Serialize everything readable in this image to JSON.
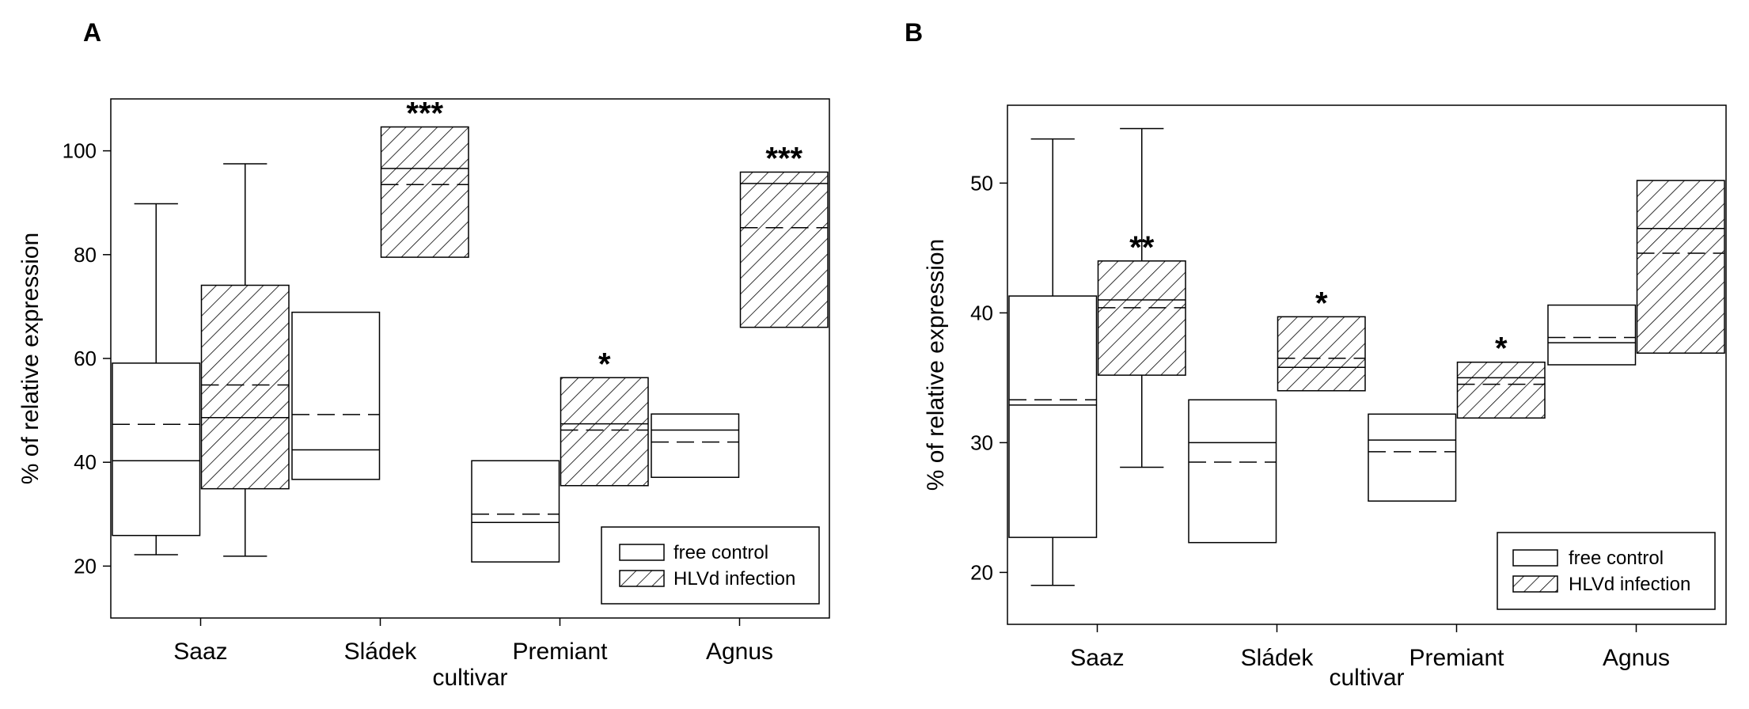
{
  "chart_data": [
    {
      "panel": "A",
      "type": "box",
      "xlabel": "cultivar",
      "ylabel": "% of relative expression",
      "ylim": [
        10,
        110
      ],
      "yticks": [
        20,
        40,
        60,
        80,
        100
      ],
      "categories": [
        "Saaz",
        "Sládek",
        "Premiant",
        "Agnus"
      ],
      "legend": {
        "position": "bottom-right",
        "entries": [
          "free control",
          "HLVd infection"
        ]
      },
      "series": [
        {
          "name": "free control",
          "pattern": "none",
          "boxes": [
            {
              "category": "Saaz",
              "q1": 25.9,
              "median": 40.3,
              "mean": 47.3,
              "q3": 59.1,
              "whisker_low": 22.2,
              "whisker_high": 89.8
            },
            {
              "category": "Sládek",
              "q1": 36.7,
              "median": 42.4,
              "mean": 49.2,
              "q3": 68.9,
              "whisker_low": null,
              "whisker_high": null
            },
            {
              "category": "Premiant",
              "q1": 20.8,
              "median": 28.4,
              "mean": 30.0,
              "q3": 40.3,
              "whisker_low": null,
              "whisker_high": null
            },
            {
              "category": "Agnus",
              "q1": 37.1,
              "median": 46.2,
              "mean": 43.9,
              "q3": 49.3,
              "whisker_low": null,
              "whisker_high": null
            }
          ]
        },
        {
          "name": "HLVd infection",
          "pattern": "hatched",
          "boxes": [
            {
              "category": "Saaz",
              "q1": 34.9,
              "median": 48.6,
              "mean": 54.9,
              "q3": 74.1,
              "whisker_low": 21.9,
              "whisker_high": 97.5,
              "significance": ""
            },
            {
              "category": "Sládek",
              "q1": 79.5,
              "median": 96.6,
              "mean": 93.5,
              "q3": 104.6,
              "whisker_low": null,
              "whisker_high": null,
              "significance": "***"
            },
            {
              "category": "Premiant",
              "q1": 35.5,
              "median": 47.4,
              "mean": 46.2,
              "q3": 56.3,
              "whisker_low": null,
              "whisker_high": null,
              "significance": "*"
            },
            {
              "category": "Agnus",
              "q1": 66.0,
              "median": 93.7,
              "mean": 85.2,
              "q3": 95.9,
              "whisker_low": null,
              "whisker_high": null,
              "significance": "***"
            }
          ]
        }
      ]
    },
    {
      "panel": "B",
      "type": "box",
      "xlabel": "cultivar",
      "ylabel": "% of relative expression",
      "ylim": [
        16,
        56
      ],
      "yticks": [
        20,
        30,
        40,
        50
      ],
      "categories": [
        "Saaz",
        "Sládek",
        "Premiant",
        "Agnus"
      ],
      "legend": {
        "position": "bottom-right",
        "entries": [
          "free control",
          "HLVd infection"
        ]
      },
      "series": [
        {
          "name": "free control",
          "pattern": "none",
          "boxes": [
            {
              "category": "Saaz",
              "q1": 22.7,
              "median": 32.9,
              "mean": 33.3,
              "q3": 41.3,
              "whisker_low": 19.0,
              "whisker_high": 53.4
            },
            {
              "category": "Sládek",
              "q1": 22.3,
              "median": 30.0,
              "mean": 28.5,
              "q3": 33.3,
              "whisker_low": null,
              "whisker_high": null
            },
            {
              "category": "Premiant",
              "q1": 25.5,
              "median": 30.2,
              "mean": 29.3,
              "q3": 32.2,
              "whisker_low": null,
              "whisker_high": null
            },
            {
              "category": "Agnus",
              "q1": 36.0,
              "median": 37.7,
              "mean": 38.1,
              "q3": 40.6,
              "whisker_low": null,
              "whisker_high": null
            }
          ]
        },
        {
          "name": "HLVd infection",
          "pattern": "hatched",
          "boxes": [
            {
              "category": "Saaz",
              "q1": 35.2,
              "median": 41.0,
              "mean": 40.4,
              "q3": 44.0,
              "whisker_low": 28.1,
              "whisker_high": 54.2,
              "significance": "**"
            },
            {
              "category": "Sládek",
              "q1": 34.0,
              "median": 35.8,
              "mean": 36.5,
              "q3": 39.7,
              "whisker_low": null,
              "whisker_high": null,
              "significance": "*"
            },
            {
              "category": "Premiant",
              "q1": 31.9,
              "median": 35.0,
              "mean": 34.5,
              "q3": 36.2,
              "whisker_low": null,
              "whisker_high": null,
              "significance": "*"
            },
            {
              "category": "Agnus",
              "q1": 36.9,
              "median": 46.5,
              "mean": 44.6,
              "q3": 50.2,
              "whisker_low": null,
              "whisker_high": null,
              "significance": ""
            }
          ]
        }
      ]
    }
  ]
}
